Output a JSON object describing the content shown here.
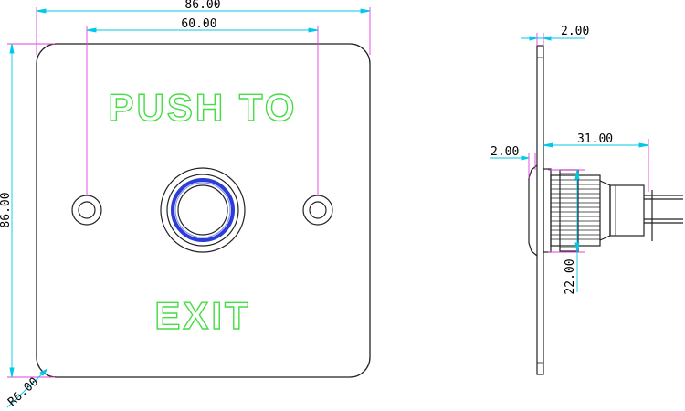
{
  "colors": {
    "outline": "#222222",
    "dimension": "#00c8e6",
    "extension": "#e040e0",
    "label": "#44dd44",
    "ring": "#2c3cd8"
  },
  "front_view": {
    "label_top": "PUSH TO",
    "label_bottom": "EXIT",
    "dim_width": "86.00",
    "dim_hole_spacing": "60.00",
    "dim_height": "86.00",
    "dim_corner_radius": "R6.00"
  },
  "side_view": {
    "dim_plate_thickness": "2.00",
    "dim_flange": "2.00",
    "dim_depth": "31.00",
    "dim_thread_diameter": "22.00"
  }
}
